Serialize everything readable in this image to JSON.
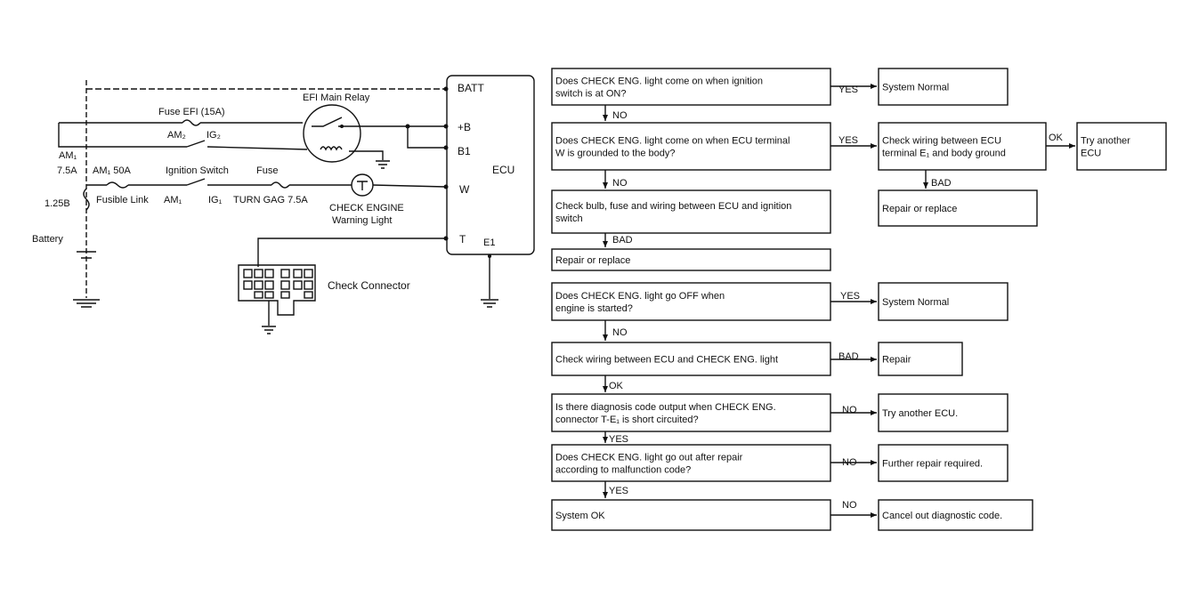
{
  "schematic": {
    "ecu": {
      "title": "ECU",
      "pins": {
        "batt": "BATT",
        "plus_b": "+B",
        "b1": "B1",
        "w": "W",
        "t": "T",
        "e1": "E1"
      }
    },
    "relay_label": "EFI Main Relay",
    "fuse_efi": "Fuse EFI (15A)",
    "am2": "AM₂",
    "ig2": "IG₂",
    "am1_label": "AM₁",
    "am1_rating": "7.5A",
    "am_fuse": "AM₁  50A",
    "ignition_switch": "Ignition Switch",
    "fuse_label": "Fuse",
    "fusible_link_size": "1.25B",
    "fusible_link": "Fusible Link",
    "am1_switch": "AM₁",
    "ig1": "IG₁",
    "turn_gag": "TURN GAG 7.5A",
    "check_engine": "CHECK ENGINE",
    "warning_light": "Warning Light",
    "battery": "Battery",
    "check_connector": "Check Connector"
  },
  "flowchart": {
    "nodes": {
      "q1": [
        "Does CHECK ENG. light come on when ignition",
        "switch is at ON?"
      ],
      "r1": [
        "System Normal"
      ],
      "q2": [
        "Does CHECK ENG. light come on when ECU terminal",
        "W is grounded to the body?"
      ],
      "c2": [
        "Check wiring between ECU",
        "terminal E₁ and body ground"
      ],
      "t2": [
        "Try another",
        "ECU"
      ],
      "rep2": [
        "Repair or replace"
      ],
      "q3": [
        "Check bulb, fuse and wiring between ECU and ignition",
        "switch"
      ],
      "rep3": [
        "Repair or replace"
      ],
      "q4": [
        "Does CHECK ENG. light go OFF when",
        "engine is started?"
      ],
      "r4": [
        "System Normal"
      ],
      "q5": [
        "Check wiring between ECU and CHECK ENG. light"
      ],
      "r5": [
        "Repair"
      ],
      "q6": [
        "Is there diagnosis code output when CHECK ENG.",
        "connector T-E₁ is short circuited?"
      ],
      "r6": [
        "Try another ECU."
      ],
      "q7": [
        "Does CHECK ENG. light go out after repair",
        "according to malfunction code?"
      ],
      "r7": [
        "Further repair required."
      ],
      "q8": [
        "System OK"
      ],
      "r8": [
        "Cancel out diagnostic code."
      ]
    },
    "edge_labels": {
      "e_yes1": "YES",
      "e_no1": "NO",
      "e_yes2": "YES",
      "e_ok2": "OK",
      "e_bad2": "BAD",
      "e_no2": "NO",
      "e_bad3": "BAD",
      "e_yes4": "YES",
      "e_no4": "NO",
      "e_bad5": "BAD",
      "e_ok5": "OK",
      "e_no6": "NO",
      "e_yes6": "YES",
      "e_no7": "NO",
      "e_yes7": "YES",
      "e_no8": "NO"
    }
  }
}
